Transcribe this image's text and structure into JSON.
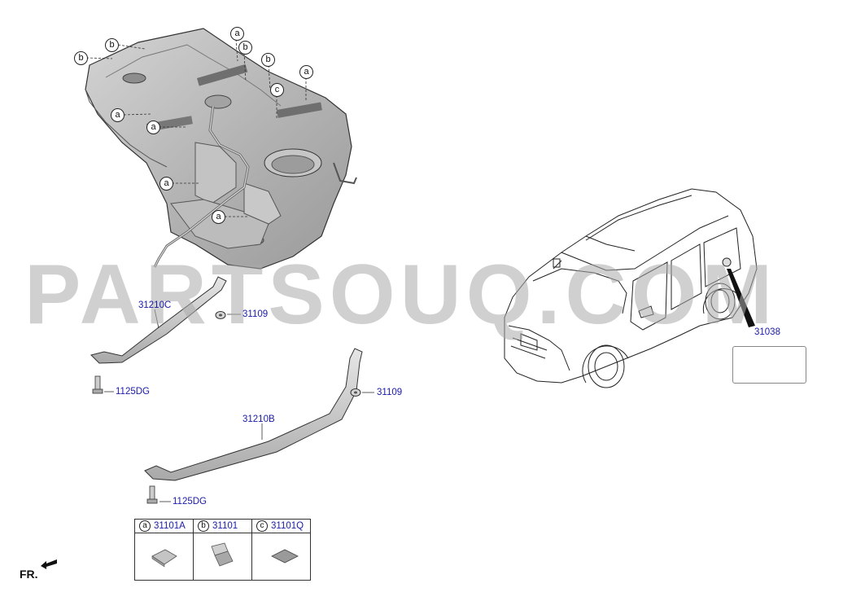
{
  "watermark": "PARTSOUQ.COM",
  "direction_indicator": {
    "text": "FR."
  },
  "part_labels": {
    "strap_upper": "31210C",
    "strap_lower": "31210B",
    "bolt_upper": "1125DG",
    "bolt_lower": "1125DG",
    "nut_upper": "31109",
    "nut_lower": "31109",
    "label": "31038"
  },
  "callouts": [
    "b",
    "b",
    "a",
    "b",
    "b",
    "a",
    "c",
    "a",
    "a",
    "a",
    "a"
  ],
  "legend": [
    {
      "letter": "a",
      "code": "31101A",
      "icon": "pad-flat-icon"
    },
    {
      "letter": "b",
      "code": "31101",
      "icon": "pad-bent-icon"
    },
    {
      "letter": "c",
      "code": "31101Q",
      "icon": "pad-square-icon"
    }
  ],
  "colors": {
    "part_number": "#1a1aa8",
    "tank_fill": "#b9b9b9",
    "watermark": "#aaaaaa"
  }
}
